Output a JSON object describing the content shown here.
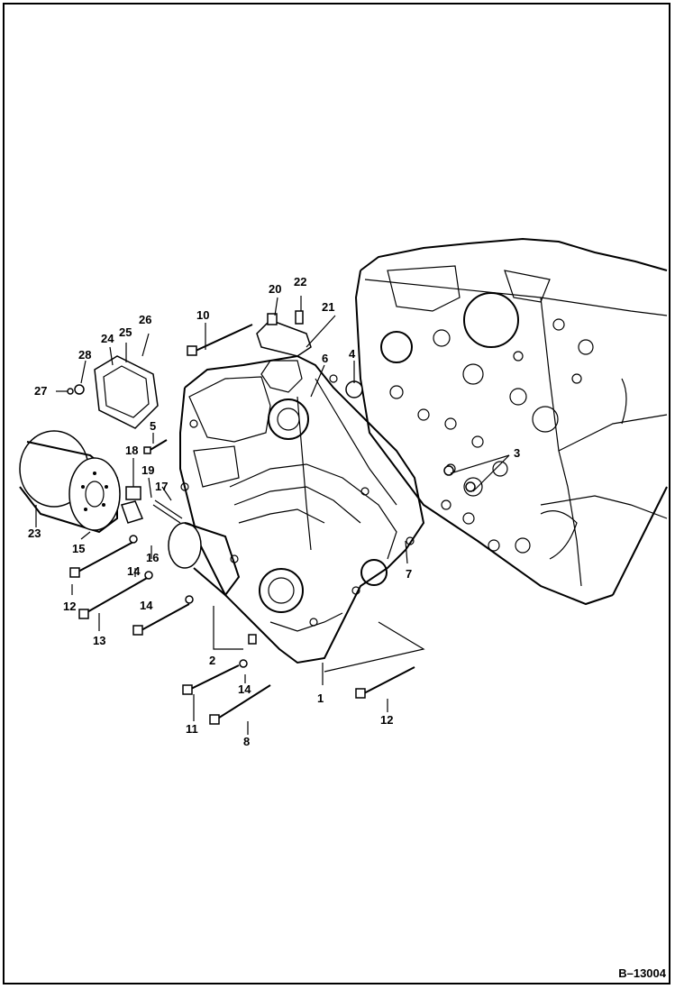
{
  "figure_id": "B–13004",
  "callouts": [
    "1",
    "2",
    "3",
    "4",
    "5",
    "6",
    "7",
    "8",
    "10",
    "11",
    "12",
    "12",
    "13",
    "14",
    "14",
    "14",
    "15",
    "16",
    "17",
    "18",
    "19",
    "20",
    "21",
    "22",
    "23",
    "24",
    "25",
    "26",
    "27",
    "28"
  ]
}
